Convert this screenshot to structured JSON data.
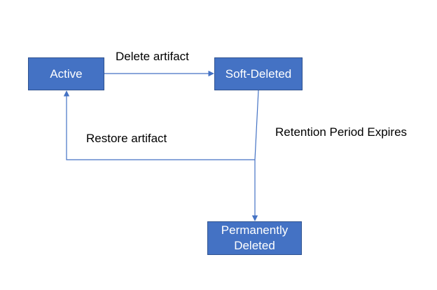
{
  "diagram": {
    "nodes": {
      "active": "Active",
      "soft_deleted": "Soft-Deleted",
      "permanently_deleted": "Permanently Deleted"
    },
    "edges": {
      "delete": "Delete artifact",
      "restore": "Restore artifact",
      "retention": "Retention Period Expires"
    },
    "colors": {
      "node_fill": "#4472c4",
      "node_border": "#2f528f",
      "node_text": "#ffffff",
      "connector": "#4472c4"
    }
  }
}
